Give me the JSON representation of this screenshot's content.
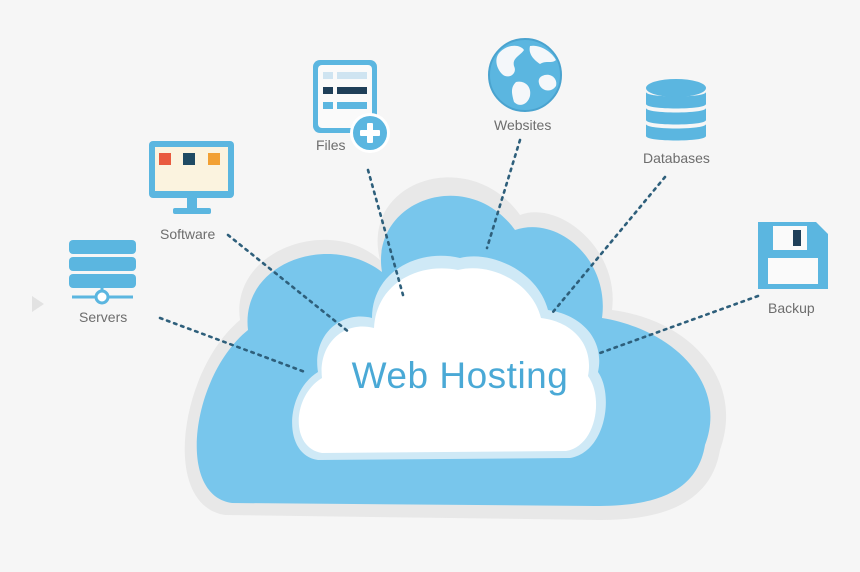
{
  "diagram": {
    "center_title": "Web Hosting",
    "nodes": [
      {
        "id": "servers",
        "label": "Servers",
        "icon": "server-rack-icon"
      },
      {
        "id": "software",
        "label": "Software",
        "icon": "monitor-icon"
      },
      {
        "id": "files",
        "label": "Files",
        "icon": "file-add-icon"
      },
      {
        "id": "websites",
        "label": "Websites",
        "icon": "globe-icon"
      },
      {
        "id": "databases",
        "label": "Databases",
        "icon": "database-icon"
      },
      {
        "id": "backup",
        "label": "Backup",
        "icon": "floppy-disk-icon"
      }
    ]
  },
  "colors": {
    "background": "#f6f6f6",
    "cloud_outer": "#78c6ec",
    "cloud_outline": "#e6e6e6",
    "cloud_inner": "#ffffff",
    "title_text": "#4aa9d6",
    "icon_blue": "#5bb6e0",
    "icon_dark": "#2b4a66",
    "connector": "#2e5f7b"
  }
}
